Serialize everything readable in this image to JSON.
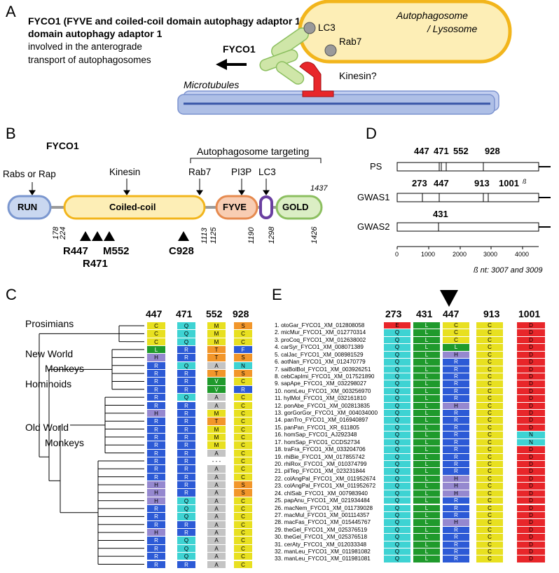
{
  "panel_labels": {
    "a": "A",
    "b": "B",
    "c": "C",
    "d": "D",
    "e": "E"
  },
  "panel_a": {
    "title": "FYCO1 (FYVE and coiled-coil domain autophagy adaptor 1):",
    "desc1": "involved in the anterograde",
    "desc2": "transport of autophagosomes",
    "autophagosome1": "Autophagosome",
    "autophagosome2": "/ Lysosome",
    "lc3": "LC3",
    "rab7": "Rab7",
    "fyco1": "FYCO1",
    "kinesin": "Kinesin?",
    "microtubules": "Microtubules",
    "colors": {
      "vesicle_fill": "#fdeeb6",
      "vesicle_stroke": "#f2b51c",
      "tube": "#aebfe6",
      "tube_dark": "#3957a8",
      "kinesin": "#e8262a",
      "fyco": "#cfe6a8"
    }
  },
  "panel_b": {
    "title": "FYCO1",
    "targeting": "Autophagosome targeting",
    "binders": {
      "rabs": "Rabs or Rap",
      "kinesin": "Kinesin",
      "rab7": "Rab7",
      "pi3p": "PI3P",
      "lc3": "LC3"
    },
    "domains": {
      "run": "RUN",
      "coiled": "Coiled-coil",
      "fyve": "FYVE",
      "gold": "GOLD"
    },
    "positions": {
      "p178": "178",
      "p224": "224",
      "p1113": "1113",
      "p1125": "1125",
      "p1190": "1190",
      "p1298": "1298",
      "p1426": "1426",
      "p1437": "1437"
    },
    "variants": {
      "r447": "R447",
      "r471": "R471",
      "m552": "M552",
      "c928": "C928"
    },
    "colors": {
      "run": "#c9d7f0",
      "run_stroke": "#7b97cf",
      "coiled": "#fdeeb6",
      "coiled_stroke": "#f2b51c",
      "fyve": "#f8cdb3",
      "fyve_stroke": "#e68a4f",
      "lc3": "#6a3fa0",
      "gold": "#dbeec4",
      "gold_stroke": "#8cbf60"
    }
  },
  "panel_c": {
    "groups": {
      "prosimians": "Prosimians",
      "nwm1": "New World",
      "nwm2": "Monkeys",
      "hominoids": "Hominoids",
      "owm1": "Old World",
      "owm2": "Monkeys"
    },
    "headers": [
      "447",
      "471",
      "552",
      "928"
    ],
    "rows": [
      [
        "C",
        "Q",
        "M",
        "S"
      ],
      [
        "C",
        "Q",
        "M",
        "C"
      ],
      [
        "C",
        "Q",
        "M",
        "C"
      ],
      [
        "L",
        "R",
        "T",
        "F"
      ],
      [
        "H",
        "R",
        "T",
        "S"
      ],
      [
        "R",
        "Q",
        "A",
        "N"
      ],
      [
        "R",
        "R",
        "T",
        "S"
      ],
      [
        "R",
        "R",
        "V",
        "C"
      ],
      [
        "R",
        "R",
        "V",
        "R"
      ],
      [
        "R",
        "Q",
        "A",
        "C"
      ],
      [
        "R",
        "R",
        "A",
        "C"
      ],
      [
        "H",
        "R",
        "M",
        "C"
      ],
      [
        "R",
        "R",
        "T",
        "C"
      ],
      [
        "R",
        "R",
        "M",
        "C"
      ],
      [
        "R",
        "R",
        "M",
        "C"
      ],
      [
        "R",
        "R",
        "M",
        "C"
      ],
      [
        "R",
        "R",
        "A",
        "C"
      ],
      [
        "R",
        "R",
        "- - -",
        "C"
      ],
      [
        "R",
        "R",
        "A",
        "C"
      ],
      [
        "R",
        "R",
        "A",
        "C"
      ],
      [
        "H",
        "R",
        "A",
        "S"
      ],
      [
        "H",
        "R",
        "A",
        "S"
      ],
      [
        "H",
        "Q",
        "A",
        "C"
      ],
      [
        "R",
        "Q",
        "A",
        "C"
      ],
      [
        "R",
        "Q",
        "A",
        "C"
      ],
      [
        "R",
        "R",
        "A",
        "C"
      ],
      [
        "H",
        "R",
        "A",
        "C"
      ],
      [
        "R",
        "Q",
        "A",
        "C"
      ],
      [
        "R",
        "Q",
        "A",
        "C"
      ],
      [
        "R",
        "Q",
        "A",
        "C"
      ],
      [
        "R",
        "R",
        "A",
        "C"
      ]
    ]
  },
  "panel_d": {
    "rows": [
      {
        "name": "PS",
        "labels": [
          "447",
          "471",
          "552",
          "928"
        ]
      },
      {
        "name": "GWAS1",
        "labels": [
          "273",
          "447",
          "913",
          "1001"
        ]
      },
      {
        "name": "GWAS2",
        "labels": [
          "431"
        ]
      }
    ],
    "beta": "ß",
    "axis_ticks": [
      "0",
      "1000",
      "2000",
      "3000",
      "4000"
    ],
    "footnote": "ß nt: 3007 and 3009"
  },
  "panel_e": {
    "headers": [
      "273",
      "431",
      "447",
      "913",
      "1001"
    ],
    "rows": [
      {
        "label": "1. otoGar_FYCO1_XM_012808058",
        "aa": [
          "E",
          "L",
          "C",
          "C",
          "D"
        ]
      },
      {
        "label": "2. micMur_FYCO1_XM_012770314",
        "aa": [
          "Q",
          "L",
          "C",
          "C",
          "D"
        ]
      },
      {
        "label": "3. proCoq_FYCO1_XM_012638002",
        "aa": [
          "Q",
          "L",
          "C",
          "C",
          "D"
        ]
      },
      {
        "label": "4. carSyr_FYCO1_XM_008071389",
        "aa": [
          "Q",
          "L",
          "L",
          "C",
          "D"
        ]
      },
      {
        "label": "5. calJac_FYCO1_XM_008981529",
        "aa": [
          "Q",
          "L",
          "H",
          "C",
          "D"
        ]
      },
      {
        "label": "6. aotNan_FYCO1_XM_012470779",
        "aa": [
          "Q",
          "L",
          "R",
          "C",
          "D"
        ]
      },
      {
        "label": "7. saiBolBol_FYCO1_XM_003926251",
        "aa": [
          "Q",
          "L",
          "R",
          "C",
          "D"
        ]
      },
      {
        "label": "8. cebCapImi_FYCO1_XM_017521890",
        "aa": [
          "Q",
          "L",
          "R",
          "C",
          "D"
        ]
      },
      {
        "label": "9. sapApe_FYCO1_XM_032298027",
        "aa": [
          "Q",
          "L",
          "R",
          "C",
          "D"
        ]
      },
      {
        "label": "10. nomLeu_FYCO1_XM_003256970",
        "aa": [
          "Q",
          "L",
          "R",
          "C",
          "D"
        ]
      },
      {
        "label": "11. hylMol_FYCO1_XM_032161810",
        "aa": [
          "Q",
          "L",
          "R",
          "C",
          "D"
        ]
      },
      {
        "label": "12. ponAbe_FYCO1_XM_002813835",
        "aa": [
          "Q",
          "L",
          "H",
          "C",
          "D"
        ]
      },
      {
        "label": "13. gorGorGor_FYCO1_XM_004034000",
        "aa": [
          "Q",
          "L",
          "R",
          "C",
          "D"
        ]
      },
      {
        "label": "14. panTro_FYCO1_XM_016940897",
        "aa": [
          "Q",
          "L",
          "R",
          "C",
          "D"
        ]
      },
      {
        "label": "15. panPan_FYCO1_XR_611805",
        "aa": [
          "Q",
          "L",
          "R",
          "C",
          "D"
        ]
      },
      {
        "label": "16. homSap_FYCO1_AJ292348",
        "aa": [
          "Q",
          "L",
          "R",
          "C",
          "N"
        ]
      },
      {
        "label": "17. homSap_FYCO1_CCDS2734",
        "aa": [
          "Q",
          "L",
          "R",
          "C",
          "N"
        ]
      },
      {
        "label": "18. traFra_FYCO1_XM_033204706",
        "aa": [
          "Q",
          "L",
          "R",
          "C",
          "D"
        ]
      },
      {
        "label": "19. rhiBie_FYCO1_XM_017855742",
        "aa": [
          "Q",
          "L",
          "R",
          "C",
          "D"
        ]
      },
      {
        "label": "20. rhiRox_FYCO1_XM_010374799",
        "aa": [
          "Q",
          "L",
          "R",
          "C",
          "D"
        ]
      },
      {
        "label": "21. pilTep_FYCO1_XM_023231844",
        "aa": [
          "Q",
          "L",
          "R",
          "C",
          "D"
        ]
      },
      {
        "label": "22. colAngPal_FYCO1_XM_011952674",
        "aa": [
          "Q",
          "L",
          "H",
          "C",
          "D"
        ]
      },
      {
        "label": "23. colAngPal_FYCO1_XM_011952672",
        "aa": [
          "Q",
          "L",
          "H",
          "C",
          "D"
        ]
      },
      {
        "label": "24. chlSab_FYCO1_XM_007983940",
        "aa": [
          "Q",
          "L",
          "H",
          "C",
          "D"
        ]
      },
      {
        "label": "25. papAnu_FYCO1_XM_021934484",
        "aa": [
          "Q",
          "L",
          "R",
          "C",
          "D"
        ]
      },
      {
        "label": "26. macNem_FYCO1_XM_011739028",
        "aa": [
          "Q",
          "L",
          "R",
          "C",
          "D"
        ]
      },
      {
        "label": "27. macMul_FYCO1_XM_001114357",
        "aa": [
          "Q",
          "L",
          "R",
          "C",
          "D"
        ]
      },
      {
        "label": "28. macFas_FYCO1_XM_015445767",
        "aa": [
          "Q",
          "L",
          "H",
          "C",
          "D"
        ]
      },
      {
        "label": "29. theGel_FYCO1_XM_025376519",
        "aa": [
          "Q",
          "L",
          "R",
          "C",
          "D"
        ]
      },
      {
        "label": "30. theGel_FYCO1_XM_025376518",
        "aa": [
          "Q",
          "L",
          "R",
          "C",
          "D"
        ]
      },
      {
        "label": "31. cerAty_FYCO1_XM_012033348",
        "aa": [
          "Q",
          "L",
          "R",
          "C",
          "D"
        ]
      },
      {
        "label": "32. manLeu_FYCO1_XM_011981082",
        "aa": [
          "Q",
          "L",
          "R",
          "C",
          "D"
        ]
      },
      {
        "label": "33. manLeu_FYCO1_XM_011981081",
        "aa": [
          "Q",
          "L",
          "R",
          "C",
          "D"
        ]
      }
    ]
  },
  "aa_colors": {
    "C": "#e8e020",
    "Q": "#3ed3d3",
    "M": "#e8e020",
    "S": "#f2962a",
    "L": "#1f9a2c",
    "R": "#2c5ad6",
    "T": "#f2962a",
    "F": "#2c5ad6",
    "H": "#9588cf",
    "A": "#c4c4c4",
    "N": "#3ed3d3",
    "V": "#1f9a2c",
    "E": "#e8262a",
    "D": "#e8262a",
    "- - -": "#ffffff"
  }
}
